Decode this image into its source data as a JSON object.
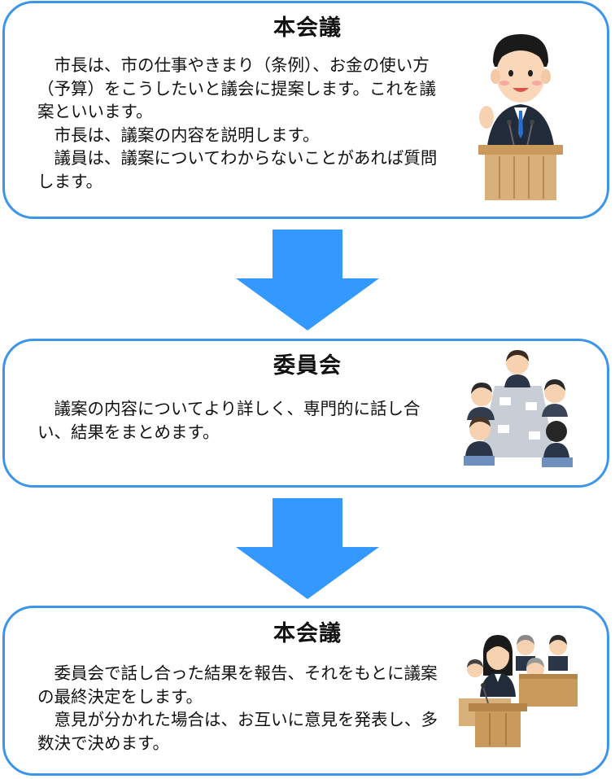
{
  "steps": [
    {
      "title": "本会議",
      "paragraphs": [
        "市長は、市の仕事やきまり（条例）、お金の使い方（予算）をこうしたいと議会に提案します。これを議案といいます。",
        "市長は、議案の内容を説明します。",
        "議員は、議案についてわからないことがあれば質問します。"
      ],
      "illustration": "mayor-at-podium"
    },
    {
      "title": "委員会",
      "paragraphs": [
        "議案の内容についてより詳しく、専門的に話し合い、結果をまとめます。"
      ],
      "illustration": "committee-meeting-table"
    },
    {
      "title": "本会議",
      "paragraphs": [
        "委員会で話し合った結果を報告、それをもとに議案の最終決定をします。",
        "意見が分かれた場合は、お互いに意見を発表し、多数決で決めます。"
      ],
      "illustration": "assembly-vote"
    }
  ],
  "colors": {
    "border": "#3d95ea",
    "arrow": "#3399ff",
    "text": "#111111"
  },
  "icons": {
    "flow_arrow": "down-arrow-icon"
  }
}
